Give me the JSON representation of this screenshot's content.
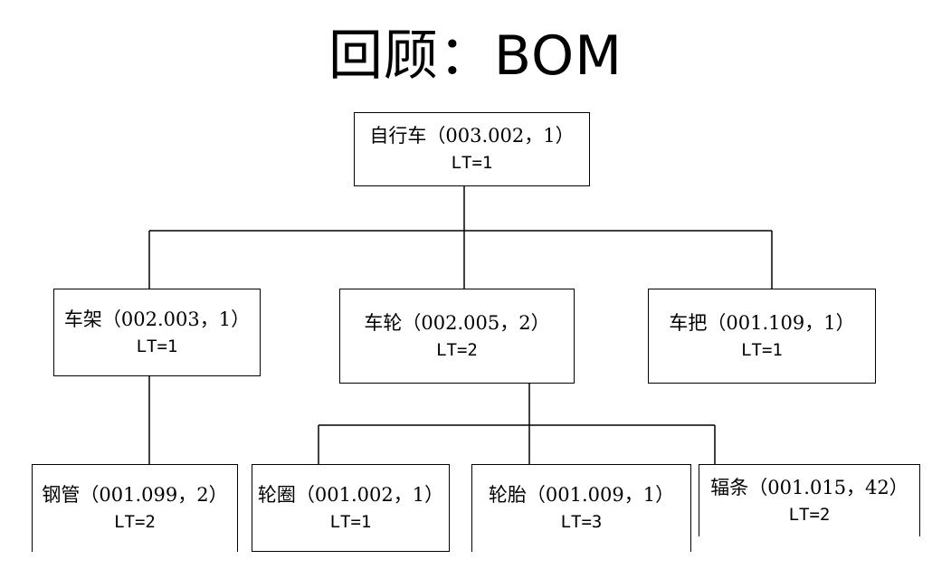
{
  "title": "回顾：BOM",
  "nodes": {
    "bicycle": {
      "name": "自行车（003.002，1）",
      "lt": "LT=1"
    },
    "frame": {
      "name": "车架（002.003，1）",
      "lt": "LT=1"
    },
    "wheel": {
      "name": "车轮（002.005，2）",
      "lt": "LT=2"
    },
    "handlebar": {
      "name": "车把（001.109，1）",
      "lt": "LT=1"
    },
    "steel_tube": {
      "name": "钢管（001.099，2）",
      "lt": "LT=2"
    },
    "rim": {
      "name": "轮圈（001.002，1）",
      "lt": "LT=1"
    },
    "tire": {
      "name": "轮胎（001.009，1）",
      "lt": "LT=3"
    },
    "spoke": {
      "name": "辐条（001.015，42）",
      "lt": "LT=2"
    }
  }
}
